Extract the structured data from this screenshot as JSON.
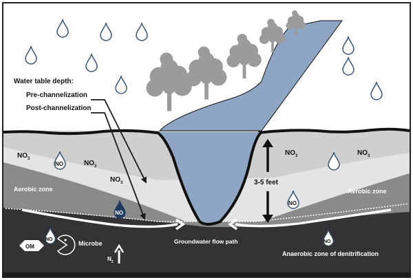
{
  "title_labels": {
    "water_table_depth": "Water table depth:",
    "pre_channelization": "Pre-channelization",
    "post_channelization": "Post-channelization"
  },
  "zones": {
    "aerobic_left": "Aerobic zone",
    "aerobic_right": "Aerobic zone",
    "anaerobic": "Anaerobic zone of denitrification"
  },
  "labels": {
    "depth": "3-5 feet",
    "flow_path": "Groundwater flow path",
    "microbe": "Microbe",
    "organic_matter": "OM",
    "nitrate": "NO",
    "nitrate_sub": "3",
    "nitrogen_gas": "N",
    "nitrogen_sub": "2"
  },
  "colors": {
    "sky": "#ffffff",
    "stream": "#8ea5c3",
    "trees": "#9b9b9b",
    "soil_upper": "#cfcfcf",
    "soil_mid": "#e4e4e4",
    "aerobic": "#8a8a8a",
    "anaerobic": "#333335",
    "outline": "#111111",
    "rain_drop": "#3b5470",
    "dark_drop": "#1f3b5e"
  }
}
